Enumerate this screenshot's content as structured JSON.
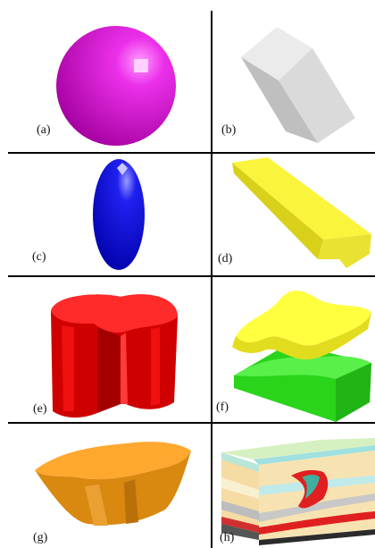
{
  "panels": [
    {
      "label": "(a)",
      "shape": "magenta-sphere-icon",
      "color": "#e21be0"
    },
    {
      "label": "(b)",
      "shape": "grey-tilted-box-icon",
      "color": "#d6d6d6"
    },
    {
      "label": "(c)",
      "shape": "blue-ellipsoid-icon",
      "color": "#1010e0"
    },
    {
      "label": "(d)",
      "shape": "yellow-slab-icon",
      "color": "#f4f02a"
    },
    {
      "label": "(e)",
      "shape": "red-kidney-prism-icon",
      "color": "#e81414"
    },
    {
      "label": "(f)",
      "shape": "yellow-green-layers-icon",
      "color": "#3ee02a"
    },
    {
      "label": "(g)",
      "shape": "orange-lens-block-icon",
      "color": "#f59a20"
    },
    {
      "label": "(h)",
      "shape": "geologic-cross-section-icon",
      "color": "#f7e3b2"
    }
  ]
}
